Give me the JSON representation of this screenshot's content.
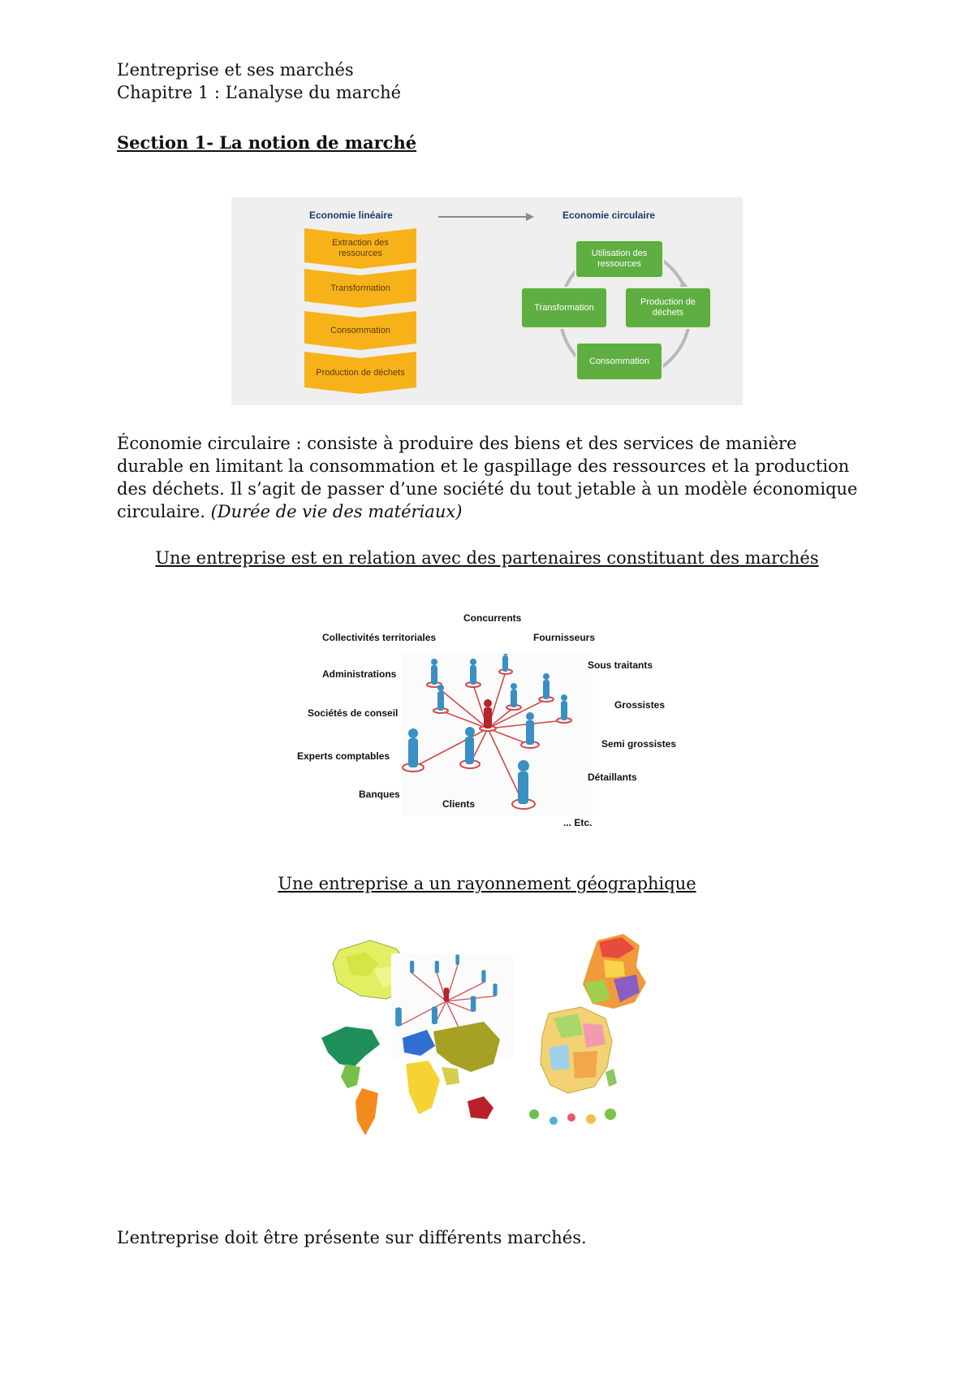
{
  "header": {
    "line1": "L’entreprise et ses marchés",
    "line2": "Chapitre 1 : L’analyse du marché"
  },
  "section_title": "Section 1- La notion de marché",
  "economy_diagram": {
    "linear_title": "Economie linéaire",
    "circular_title": "Economie circulaire",
    "linear_steps": [
      "Extraction des ressources",
      "Transformation",
      "Consommation",
      "Production de déchets"
    ],
    "circular_steps": {
      "top": "Utilisation des ressources",
      "left": "Transformation",
      "right": "Production de déchets",
      "bottom": "Consommation"
    },
    "colors": {
      "linear": "#f7b21a",
      "circular": "#5fae41",
      "title": "#1f3a68"
    }
  },
  "paragraph": {
    "text": "Économie circulaire : consiste à produire des biens et des services de manière durable en limitant la consommation et le gaspillage des ressources et la production des déchets. Il s’agit de passer d’une société du tout jetable à un modèle économique circulaire. ",
    "italic": "(Durée de vie des matériaux)"
  },
  "partners": {
    "heading": "Une entreprise est en relation avec des partenaires constituant des marchés",
    "labels": {
      "concurrents": "Concurrents",
      "collectivites": "Collectivités territoriales",
      "fournisseurs": "Fournisseurs",
      "sous_traitants": "Sous traitants",
      "administrations": "Administrations",
      "grossistes": "Grossistes",
      "societes_conseil": "Sociétés de conseil",
      "semi_grossistes": "Semi grossistes",
      "experts": "Experts comptables",
      "detaillants": "Détaillants",
      "banques": "Banques",
      "clients": "Clients",
      "etc": "... Etc."
    }
  },
  "geo": {
    "heading": "Une entreprise a un rayonnement géographique"
  },
  "closing": "L’entreprise doit être présente sur différents marchés."
}
